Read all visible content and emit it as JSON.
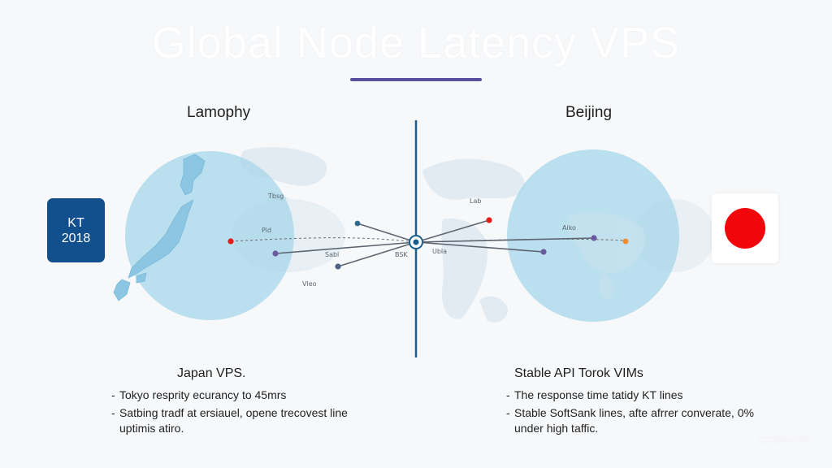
{
  "header": {
    "title": "Global Node  Latency VPS"
  },
  "left_panel": {
    "city": "Lamophy",
    "badge_line1": "KT",
    "badge_line2": "2018",
    "map_labels": [
      "Tbsg",
      "Pid",
      "Sabl",
      "Vleo"
    ],
    "section_title": "Japan VPS.",
    "bullets": [
      {
        "dash": "-",
        "line1": "Tokyo resprity ecurancy to 45mrs",
        "line2": ""
      },
      {
        "dash": "-",
        "line1": "Satbing tradf at ersiauel, opene trecovest line",
        "line2": "uptimis atiro."
      }
    ]
  },
  "right_panel": {
    "city": "Beijing",
    "map_labels": [
      "Lab",
      "Aiko",
      "Ubla"
    ],
    "section_title": "Stable API Torok VIMs",
    "bullets": [
      {
        "dash": "-",
        "line1": "The response time tatidy KT lines",
        "line2": ""
      },
      {
        "dash": "-",
        "line1": "Stable SoftSank lines, afte afrrer converate, 0%",
        "line2": "under high taffic."
      }
    ]
  },
  "hub": {
    "label": "BSK"
  },
  "watermark": "ХЯЖЗАОЯЕ",
  "colors": {
    "title_underline": "#5b4fa0",
    "divider": "#1a5f8c",
    "circle_fill": "#a9d7ea",
    "badge_bg": "#124f8d",
    "flag_sun": "#f0060b",
    "node_red": "#e31c1c",
    "node_purple": "#6b5a9e",
    "node_teal": "#2f6b8f",
    "node_orange": "#f08a2c"
  }
}
